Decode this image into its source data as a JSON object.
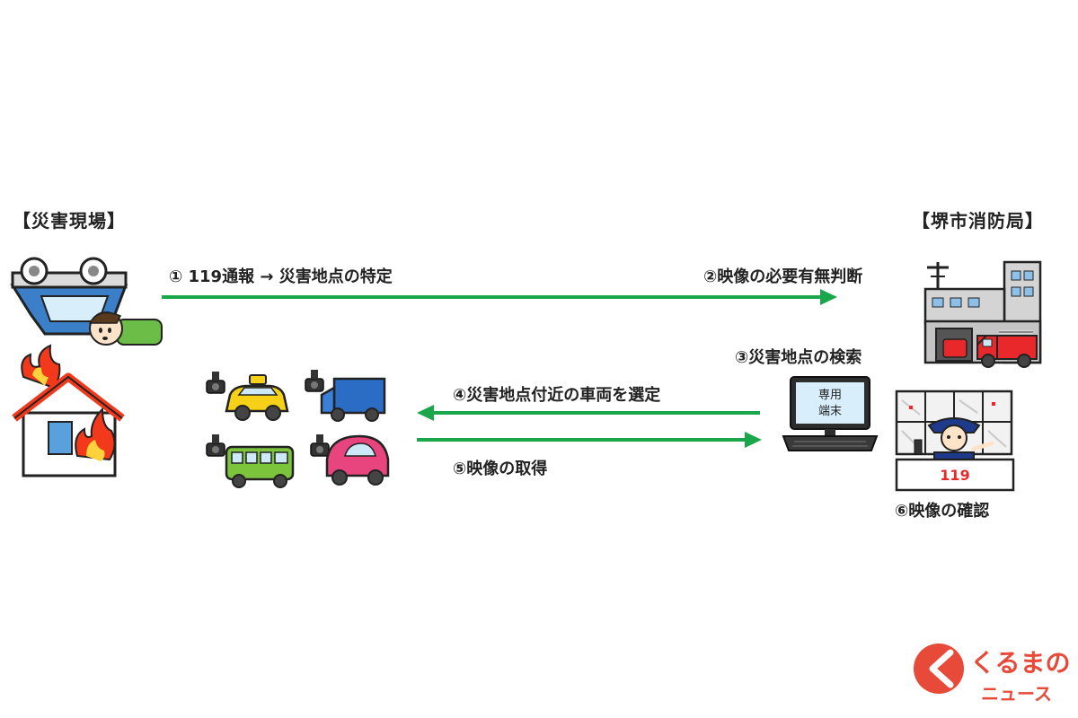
{
  "headers": {
    "scene": "【災害現場】",
    "fire_dept": "【堺市消防局】"
  },
  "steps": {
    "step1": "①  119通報  →  災害地点の特定",
    "step2": "②映像の必要有無判断",
    "step3": "③災害地点の検索",
    "step4": "④災害地点付近の車両を選定",
    "step5": "⑤映像の取得",
    "step6": "⑥映像の確認"
  },
  "terminal": {
    "line1": "専用",
    "line2": "端末"
  },
  "operator_desk": {
    "number": "119"
  },
  "logo": {
    "line1": "くるまの",
    "line2": "ニュース"
  },
  "colors": {
    "arrow": "#1aa64a",
    "fire": "#f2391c",
    "taxi": "#f7d117",
    "truck": "#2b6cc4",
    "bus": "#7cc43c",
    "compact_car": "#e8447e",
    "logo_red": "#e84a3a"
  }
}
